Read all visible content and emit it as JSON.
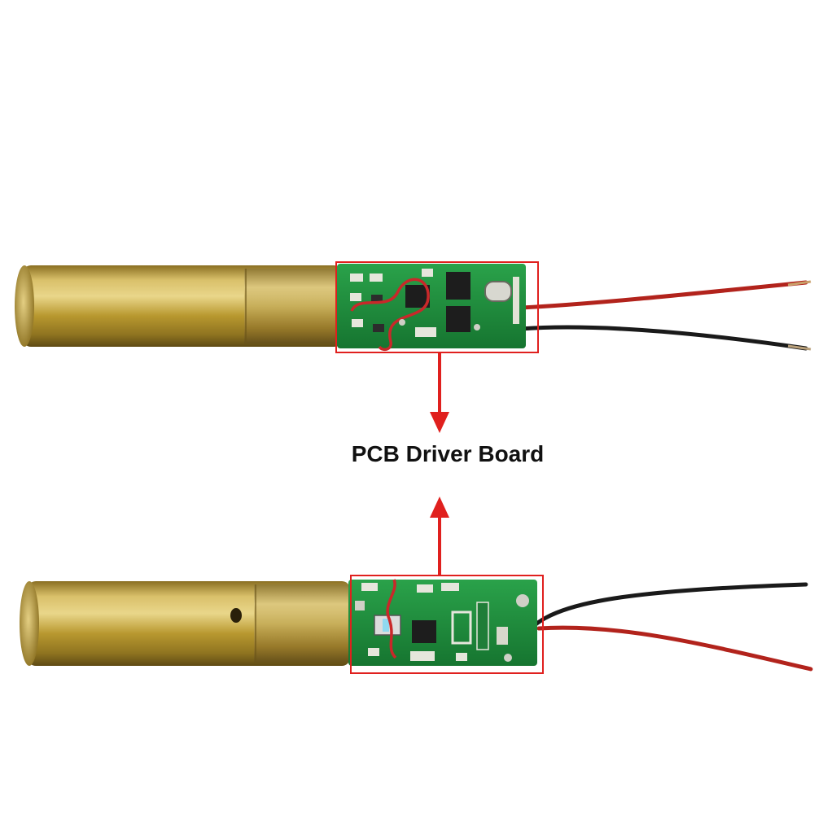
{
  "callout": {
    "label": "PCB Driver Board"
  },
  "colors": {
    "background": "#ffffff",
    "highlight_box": "#e0201e",
    "arrow": "#e0201e",
    "brass": "#b99a35",
    "pcb_green": "#1f8f3a",
    "wire_red": "#b2231c",
    "wire_black": "#1a1a1a"
  },
  "objects": [
    {
      "name": "laser-module-top",
      "parts": [
        "brass-tube",
        "pcb-driver-board",
        "red-wire",
        "black-wire"
      ]
    },
    {
      "name": "laser-module-bottom",
      "parts": [
        "brass-tube",
        "pcb-driver-board",
        "red-wire",
        "black-wire"
      ]
    }
  ]
}
